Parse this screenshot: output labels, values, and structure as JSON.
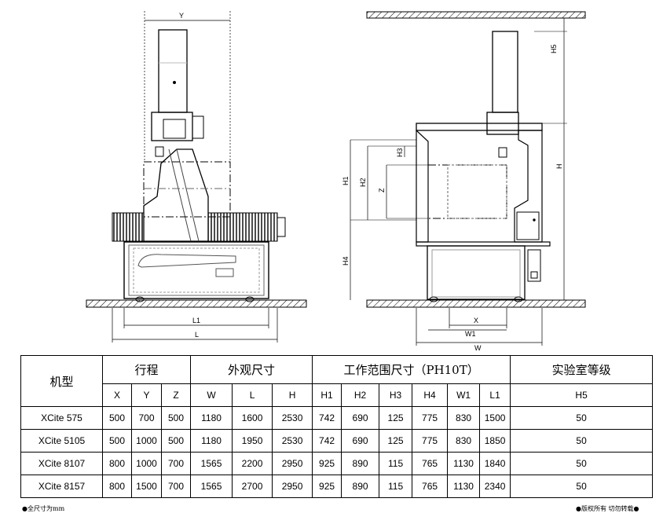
{
  "drawing": {
    "front_view_labels": {
      "y": "Y",
      "l1": "L1",
      "l": "L"
    },
    "side_view_labels": {
      "h5": "H5",
      "h3": "H3",
      "h1": "H1",
      "h2": "H2",
      "z": "Z",
      "h": "H",
      "h4": "H4",
      "x": "X",
      "w1": "W1",
      "w": "W"
    }
  },
  "table": {
    "header_model": "机型",
    "group_travel": "行程",
    "group_dims": "外观尺寸",
    "group_work": "工作范围尺寸（PH10T）",
    "group_lab": "实验室等级",
    "columns": [
      "X",
      "Y",
      "Z",
      "W",
      "L",
      "H",
      "H1",
      "H2",
      "H3",
      "H4",
      "W1",
      "L1",
      "H5"
    ],
    "rows": [
      {
        "model": "XCite  575",
        "values": [
          "500",
          "700",
          "500",
          "1180",
          "1600",
          "2530",
          "742",
          "690",
          "125",
          "775",
          "830",
          "1500",
          "50"
        ]
      },
      {
        "model": "XCite  5105",
        "values": [
          "500",
          "1000",
          "500",
          "1180",
          "1950",
          "2530",
          "742",
          "690",
          "125",
          "775",
          "830",
          "1850",
          "50"
        ]
      },
      {
        "model": "XCite  8107",
        "values": [
          "800",
          "1000",
          "700",
          "1565",
          "2200",
          "2950",
          "925",
          "890",
          "115",
          "765",
          "1130",
          "1840",
          "50"
        ]
      },
      {
        "model": "XCite  8157",
        "values": [
          "800",
          "1500",
          "700",
          "1565",
          "2700",
          "2950",
          "925",
          "890",
          "115",
          "765",
          "1130",
          "2340",
          "50"
        ]
      }
    ]
  },
  "footer": {
    "left": "●全尺寸为mm",
    "right": "●版权所有 切勿转载●"
  }
}
